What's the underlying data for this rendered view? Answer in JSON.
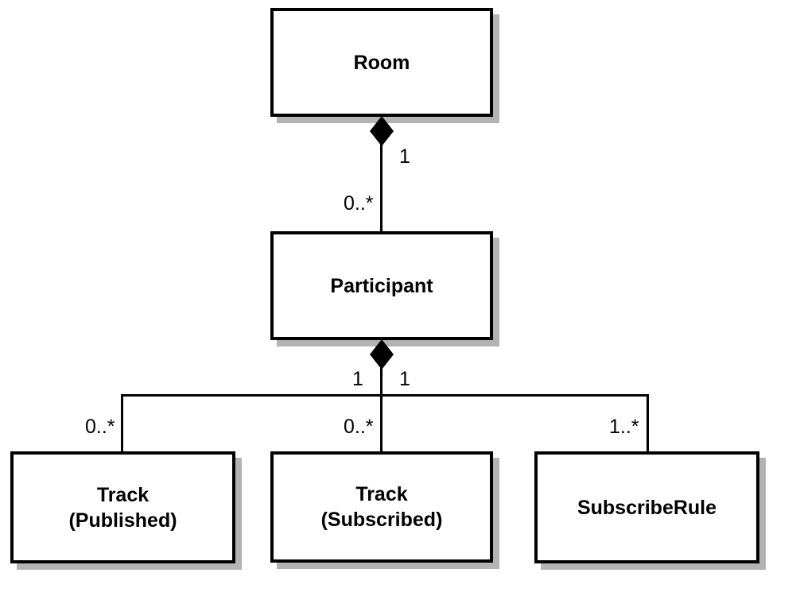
{
  "diagram": {
    "type": "uml-composition-diagram",
    "nodes": {
      "room": {
        "label": "Room"
      },
      "participant": {
        "label": "Participant"
      },
      "track_published": {
        "line1": "Track",
        "line2": "(Published)"
      },
      "track_subscribed": {
        "line1": "Track",
        "line2": "(Subscribed)"
      },
      "subscribe_rule": {
        "label": "SubscribeRule"
      }
    },
    "multiplicities": {
      "room_parent": "1",
      "participant_child": "0..*",
      "participant_parent_left": "1",
      "participant_parent_right": "1",
      "track_published_child": "0..*",
      "track_subscribed_child": "0..*",
      "subscribe_rule_child": "1..*"
    },
    "colors": {
      "line": "#000000",
      "node_border": "#000000",
      "node_fill": "#ffffff",
      "shadow": "#b3b3b3",
      "background": "#ffffff"
    }
  }
}
